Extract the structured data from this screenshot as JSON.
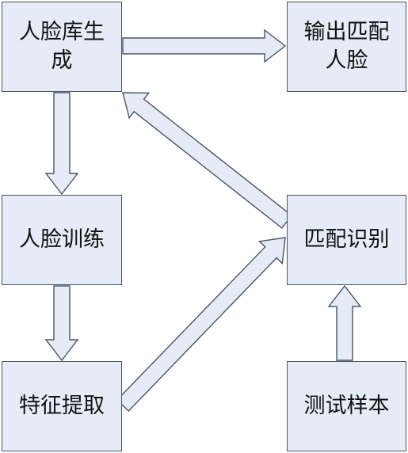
{
  "colors": {
    "box_fill": "#e6ecf7",
    "box_border": "#4a5560",
    "arrow_fill": "#e6ecf7",
    "arrow_stroke": "#4a5560"
  },
  "nodes": {
    "face_db": "人脸库生成",
    "output": "输出匹配人脸",
    "train": "人脸训练",
    "match": "匹配识别",
    "feature": "特征提取",
    "test": "测试样本"
  },
  "edges": [
    {
      "from": "face_db",
      "to": "output"
    },
    {
      "from": "face_db",
      "to": "train"
    },
    {
      "from": "train",
      "to": "feature"
    },
    {
      "from": "feature",
      "to": "match"
    },
    {
      "from": "test",
      "to": "match"
    },
    {
      "from": "match",
      "to": "face_db"
    }
  ]
}
